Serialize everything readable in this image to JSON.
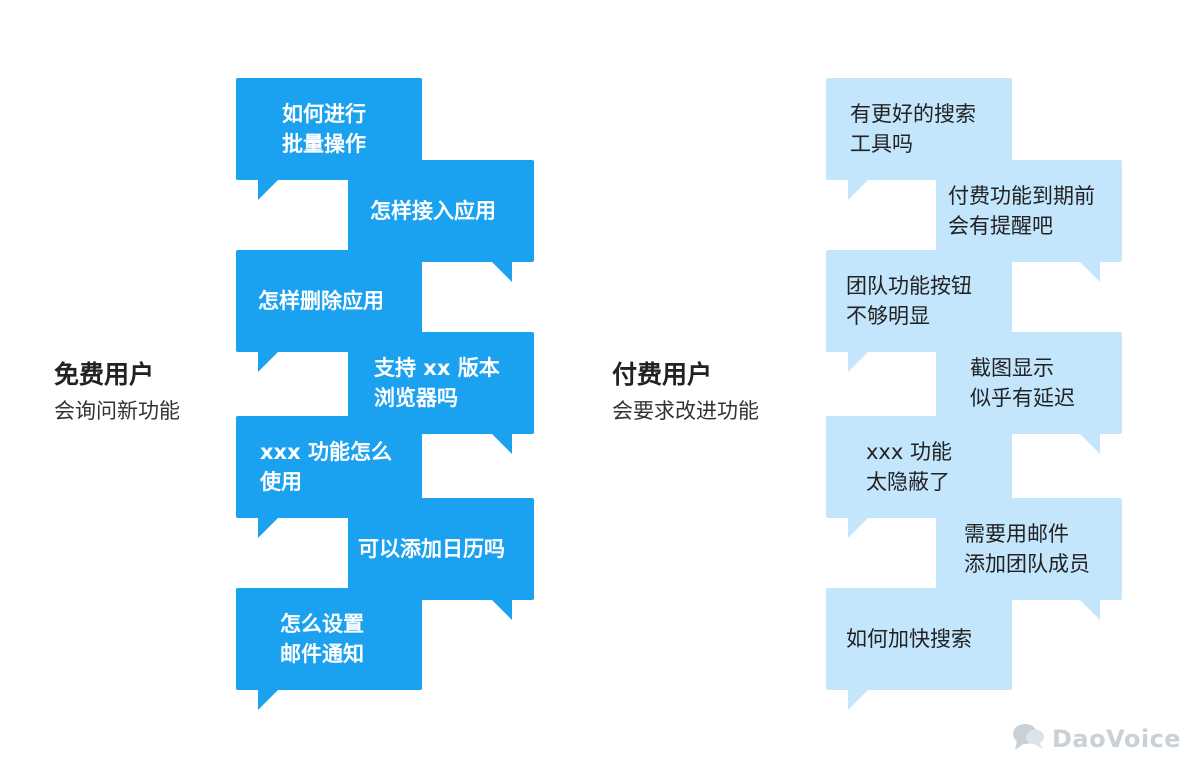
{
  "free_group": {
    "title": "免费用户",
    "subtitle": "会询问新功能",
    "bubbles": [
      {
        "lines": [
          "如何进行",
          "批量操作"
        ]
      },
      {
        "lines": [
          "怎样接入应用"
        ]
      },
      {
        "lines": [
          "怎样删除应用"
        ]
      },
      {
        "lines": [
          "支持 xx 版本",
          "浏览器吗"
        ]
      },
      {
        "lines": [
          "xxx 功能怎么",
          "使用"
        ]
      },
      {
        "lines": [
          "可以添加日历吗"
        ]
      },
      {
        "lines": [
          "怎么设置",
          "邮件通知"
        ]
      }
    ]
  },
  "paid_group": {
    "title": "付费用户",
    "subtitle": "会要求改进功能",
    "bubbles": [
      {
        "lines": [
          "有更好的搜索",
          "工具吗"
        ]
      },
      {
        "lines": [
          "付费功能到期前",
          "会有提醒吧"
        ]
      },
      {
        "lines": [
          "团队功能按钮",
          "不够明显"
        ]
      },
      {
        "lines": [
          "截图显示",
          "似乎有延迟"
        ]
      },
      {
        "lines": [
          "xxx 功能",
          "太隐蔽了"
        ]
      },
      {
        "lines": [
          "需要用邮件",
          "添加团队成员"
        ]
      },
      {
        "lines": [
          "如何加快搜索"
        ]
      }
    ]
  },
  "colors": {
    "free_bubble": "#1aa1ef",
    "paid_bubble": "#c4e6fd",
    "logo": "#c9d1d7"
  },
  "logo": {
    "icon": "chat-bubbles-icon",
    "text": "DaoVoice"
  }
}
